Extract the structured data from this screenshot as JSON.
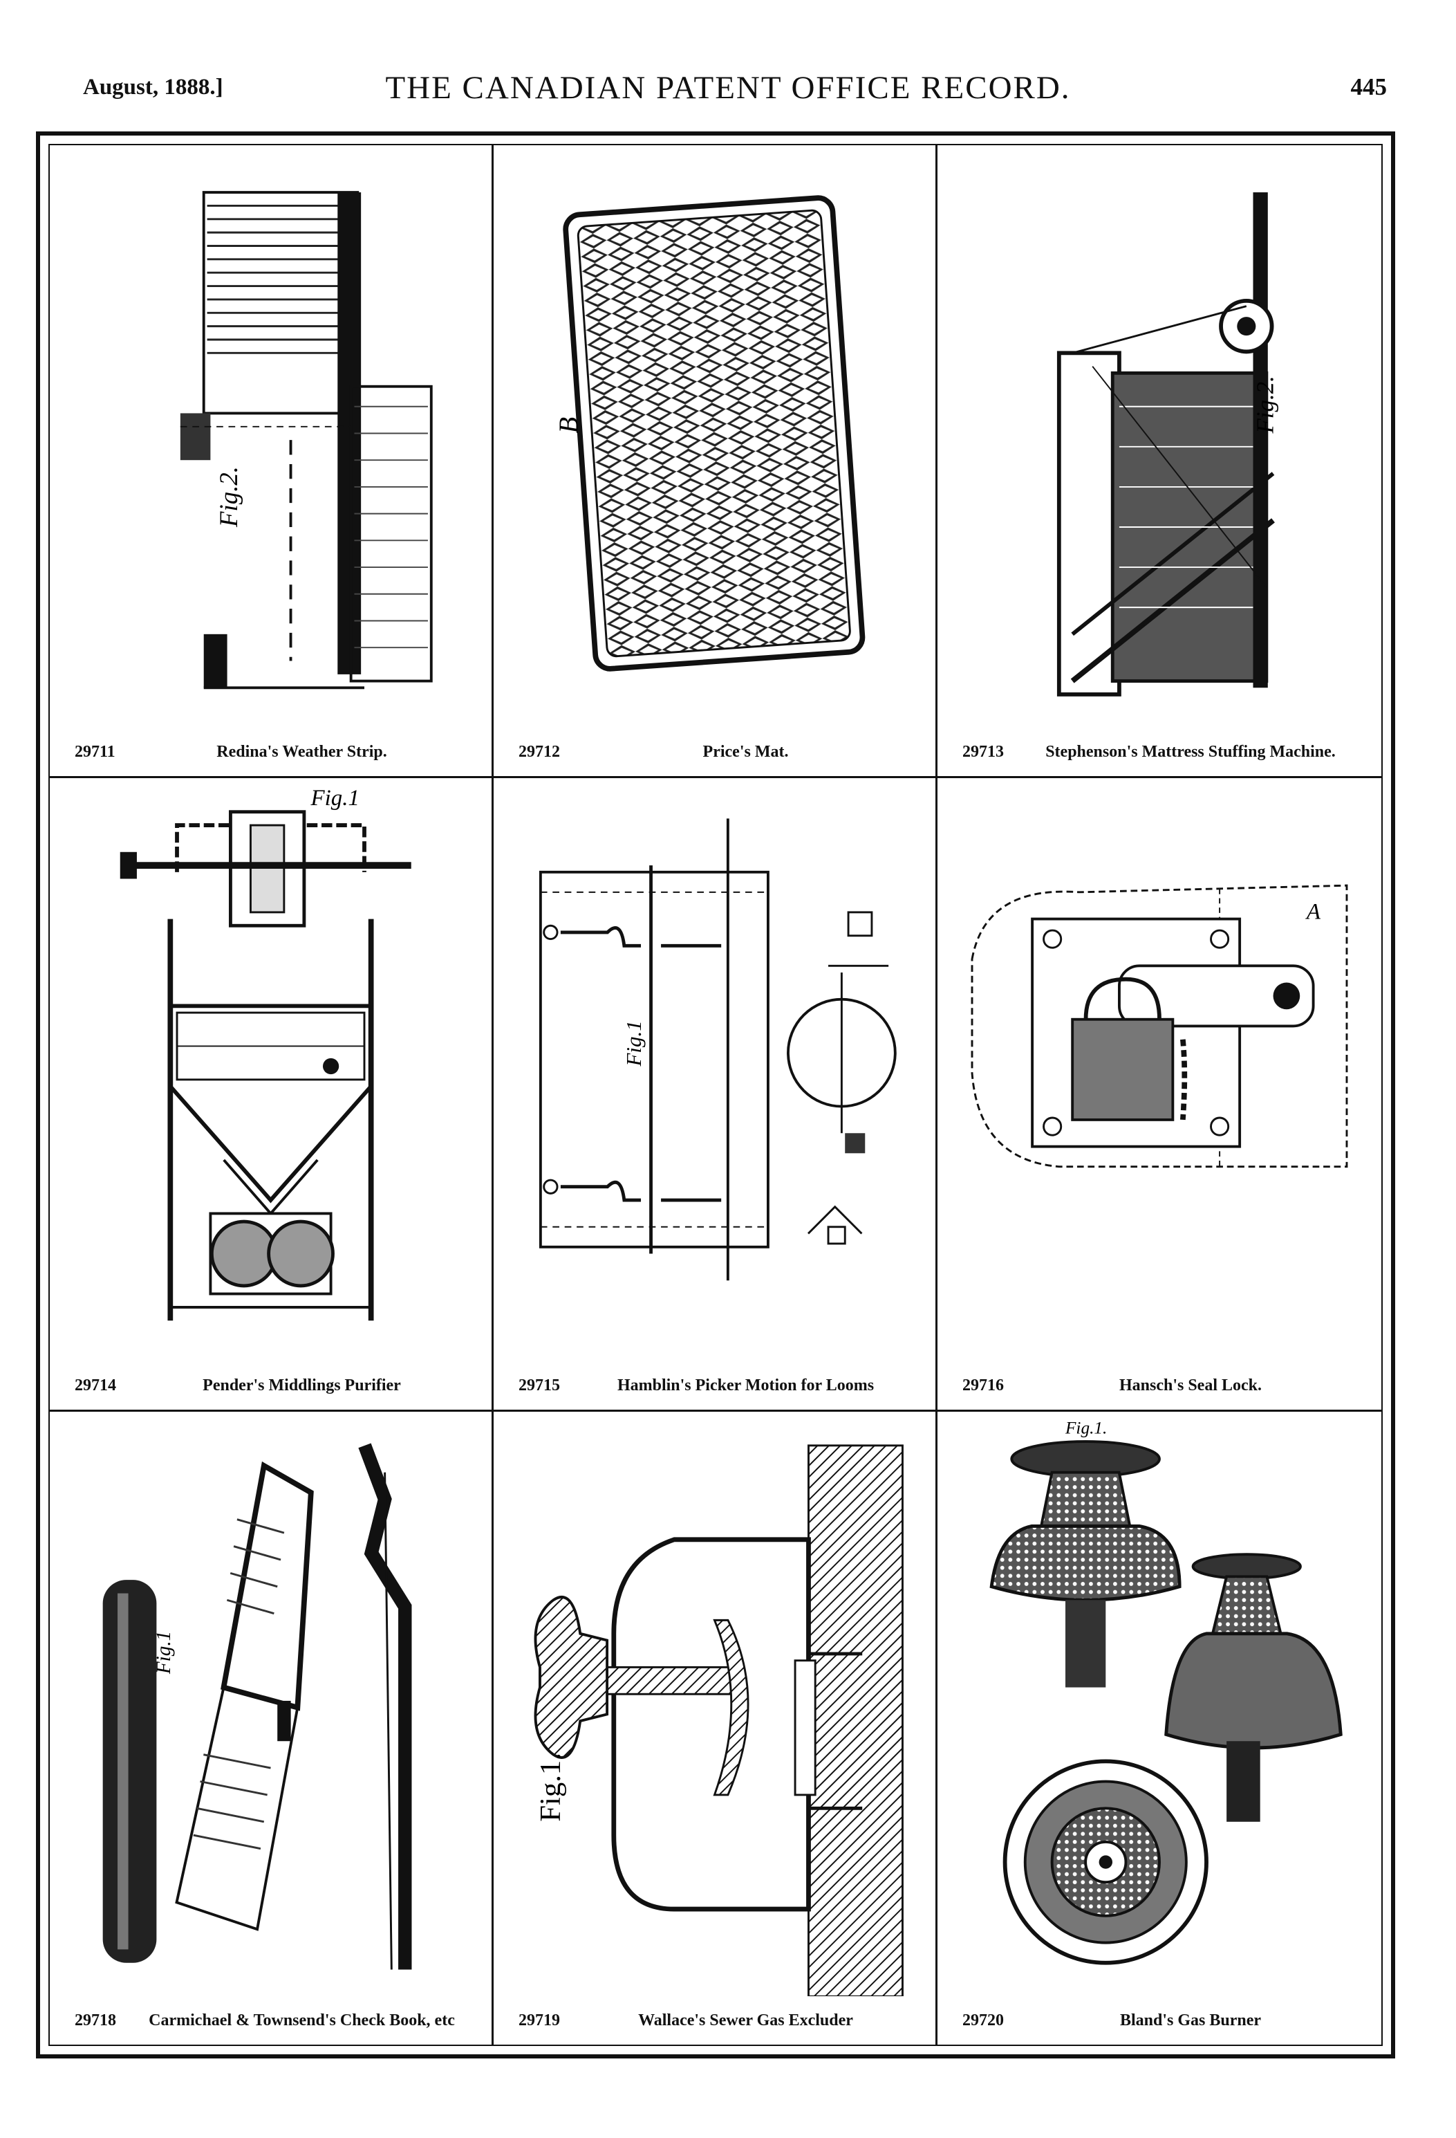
{
  "header": {
    "date": "August, 1888.]",
    "title": "THE CANADIAN PATENT OFFICE RECORD.",
    "page": "445"
  },
  "cells": [
    {
      "number": "29711",
      "caption": "Redina's Weather Strip.",
      "figure_label": "Fig.2."
    },
    {
      "number": "29712",
      "caption": "Price's Mat.",
      "figure_label": "B"
    },
    {
      "number": "29713",
      "caption": "Stephenson's Mattress Stuffing Machine.",
      "figure_label": "Fig.2."
    },
    {
      "number": "29714",
      "caption": "Pender's Middlings Purifier",
      "figure_label": "Fig.1"
    },
    {
      "number": "29715",
      "caption": "Hamblin's Picker Motion for Looms",
      "figure_label": "Fig.1"
    },
    {
      "number": "29716",
      "caption": "Hansch's Seal Lock.",
      "figure_label": "A"
    },
    {
      "number": "29718",
      "caption": "Carmichael & Townsend's Check Book, etc",
      "figure_label": "Fig.1"
    },
    {
      "number": "29719",
      "caption": "Wallace's Sewer Gas Excluder",
      "figure_label": "Fig.1."
    },
    {
      "number": "29720",
      "caption": "Bland's Gas Burner",
      "figure_label": "Fig.1."
    }
  ]
}
